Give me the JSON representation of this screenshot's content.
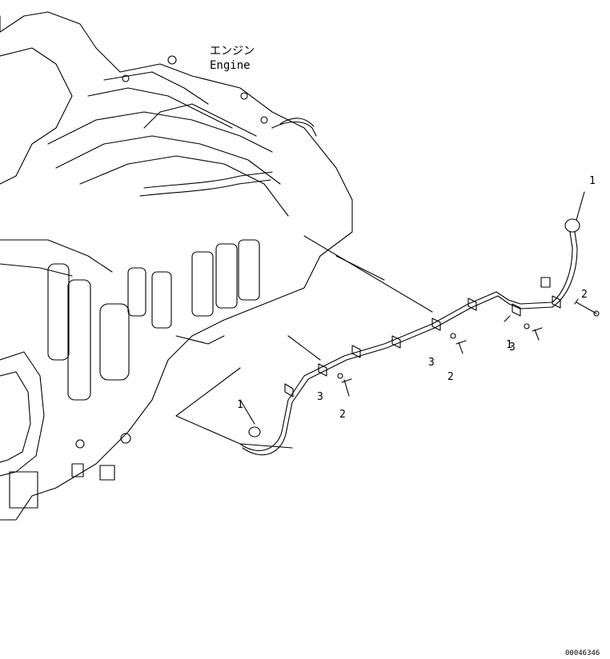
{
  "labels": {
    "engine_jp": "エンジン",
    "engine_en": "Engine",
    "figure_code": "00046346"
  },
  "callouts": [
    "1",
    "1",
    "1",
    "2",
    "2",
    "3",
    "3",
    "3",
    "2"
  ],
  "colors": {
    "line": "#000000",
    "background": "#ffffff"
  }
}
